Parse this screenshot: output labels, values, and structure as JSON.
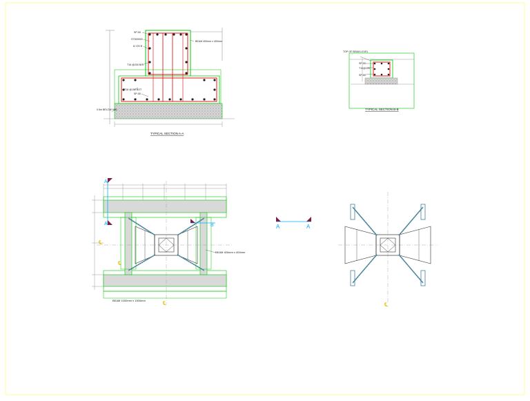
{
  "colors": {
    "border": "#ffff99",
    "green": "#00c800",
    "red": "#e00000",
    "cyan": "#00b0ff",
    "grey": "#9a9a9a",
    "dark": "#222222",
    "marker": "#7a1f4a"
  },
  "section_aa": {
    "title": "TYPICAL SECTION A-A",
    "label_top": "SP-50",
    "label_stirrup": "ST500000",
    "label_bars": "8-Y20 B",
    "label_right": "BEAM 400mm x 400mm",
    "label_mid": "T16 @200 B/S",
    "label_low": "T16 @150 BOT",
    "label_bottom": "SP-50",
    "label_ground": "0.5m BELOW NGL"
  },
  "section_bb": {
    "title": "TYPICAL SECTION B-B",
    "label_top": "TOP OF BEAM LEVEL",
    "label_sp1": "SP-50",
    "label_st": "T10@200",
    "label_sp2": "SP-50"
  },
  "plan": {
    "marker_a": "A",
    "marker_b": "B",
    "centerline": "℄",
    "beam_small": "BEAM 400mm x 400mm",
    "beam_large": "BEAM 1000mm x 1500mm"
  },
  "section_marker": {
    "left": "A",
    "right": "A"
  }
}
